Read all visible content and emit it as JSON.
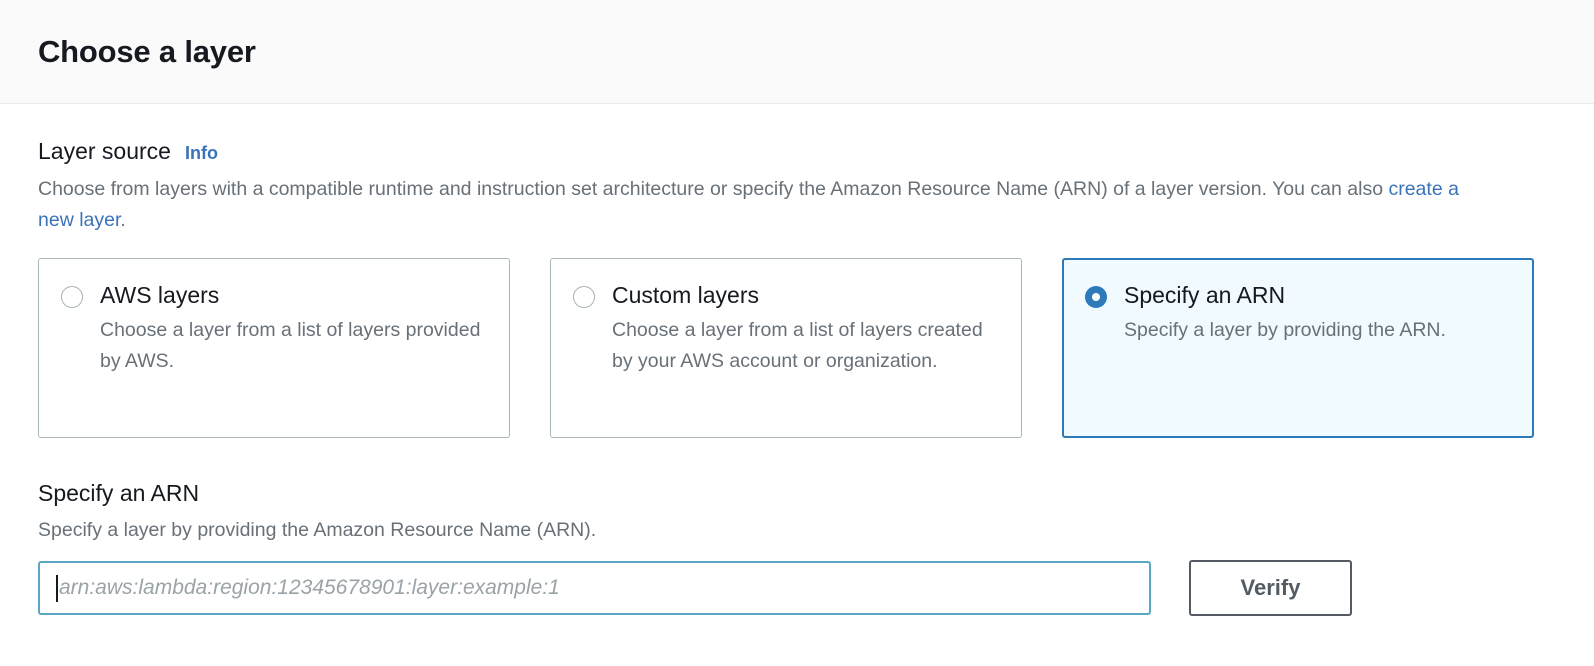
{
  "header": {
    "title": "Choose a layer"
  },
  "layer_source": {
    "label": "Layer source",
    "info_label": "Info",
    "description_part1": "Choose from layers with a compatible runtime and instruction set architecture or specify the Amazon Resource Name (ARN) of a layer version. You can also ",
    "description_link": "create a new layer",
    "description_part2": ".",
    "options": [
      {
        "title": "AWS layers",
        "description": "Choose a layer from a list of layers provided by AWS.",
        "selected": false
      },
      {
        "title": "Custom layers",
        "description": "Choose a layer from a list of layers created by your AWS account or organization.",
        "selected": false
      },
      {
        "title": "Specify an ARN",
        "description": "Specify a layer by providing the ARN.",
        "selected": true
      }
    ]
  },
  "arn_section": {
    "heading": "Specify an ARN",
    "subtext": "Specify a layer by providing the Amazon Resource Name (ARN).",
    "input_value": "",
    "input_placeholder": "arn:aws:lambda:region:12345678901:layer:example:1",
    "verify_label": "Verify"
  },
  "colors": {
    "accent_blue": "#2d79b9",
    "link_blue": "#3b73b9",
    "selected_card_bg": "#f1faff",
    "input_focus_border": "#59a7c4",
    "button_border": "#545b64",
    "muted_text": "#687078"
  }
}
